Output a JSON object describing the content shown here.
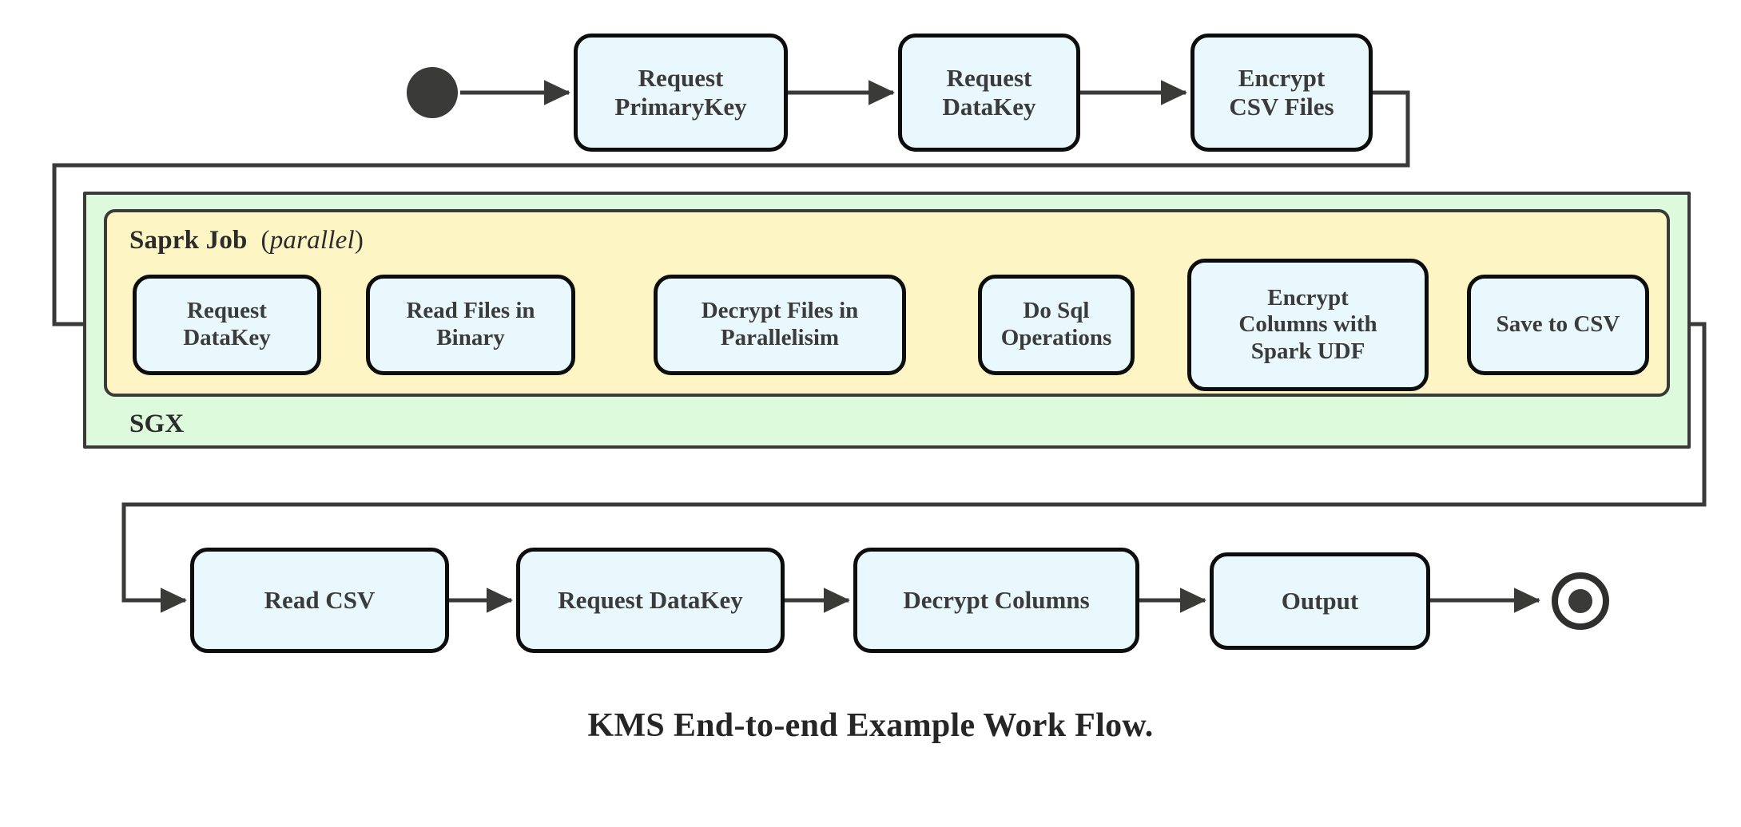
{
  "figure": {
    "caption": "KMS End-to-end Example Work Flow.",
    "colors": {
      "node_fill": "#e9f8fc",
      "node_stroke": "#0d0d0d",
      "sgx_fill": "#ddfadd",
      "spark_fill": "#fdf5c4",
      "group_stroke": "#3a3a38",
      "edge_stroke": "#3a3a38",
      "text": "#3b3b3b",
      "background": "#ffffff"
    }
  },
  "groups": [
    {
      "id": "sgx",
      "label": "SGX",
      "label_position": "bottom-left"
    },
    {
      "id": "spark-job",
      "label_bold": "Saprk Job",
      "label_paren_open": "(",
      "label_italic": "parallel",
      "label_paren_close": ")",
      "label_position": "top-left"
    }
  ],
  "markers": {
    "start": "start-event",
    "end": "end-event"
  },
  "rows": {
    "top": [
      {
        "id": "request-primarykey",
        "lines": [
          "Request",
          "PrimaryKey"
        ]
      },
      {
        "id": "request-datakey-top",
        "lines": [
          "Request",
          "DataKey"
        ]
      },
      {
        "id": "encrypt-csv-files",
        "lines": [
          "Encrypt",
          "CSV Files"
        ]
      }
    ],
    "spark": [
      {
        "id": "request-datakey-spark",
        "lines": [
          "Request",
          "DataKey"
        ]
      },
      {
        "id": "read-files-in-binary",
        "lines": [
          "Read Files in",
          "Binary"
        ]
      },
      {
        "id": "decrypt-files-in-parallelisim",
        "lines": [
          "Decrypt Files in",
          "Parallelisim"
        ]
      },
      {
        "id": "do-sql-operations",
        "lines": [
          "Do Sql",
          "Operations"
        ]
      },
      {
        "id": "encrypt-columns-with-spark-udf",
        "lines": [
          "Encrypt",
          "Columns with",
          "Spark UDF"
        ]
      },
      {
        "id": "save-to-csv",
        "lines": [
          "Save to CSV"
        ]
      }
    ],
    "bottom": [
      {
        "id": "read-csv",
        "lines": [
          "Read CSV"
        ]
      },
      {
        "id": "request-datakey-bottom",
        "lines": [
          "Request DataKey"
        ]
      },
      {
        "id": "decrypt-columns",
        "lines": [
          "Decrypt Columns"
        ]
      },
      {
        "id": "output",
        "lines": [
          "Output"
        ]
      }
    ]
  }
}
